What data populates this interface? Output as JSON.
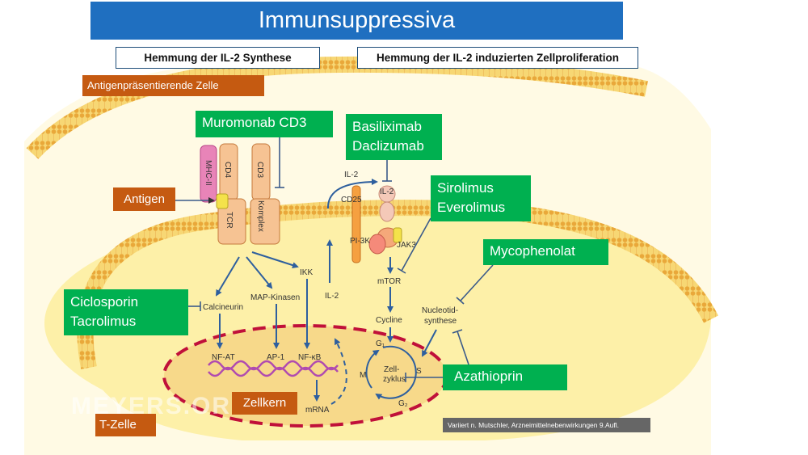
{
  "title": "Immunsuppressiva",
  "headers": {
    "il2_synthesis": "Hemmung der IL-2 Synthese",
    "il2_proliferation": "Hemmung der IL-2 induzierten Zellproliferation"
  },
  "cells": {
    "apc": "Antigenpräsentierende  Zelle",
    "tcell": "T-Zelle",
    "nucleus": "Zellkern"
  },
  "antigen": "Antigen",
  "drugs": {
    "muromonab": "Muromonab CD3",
    "basiliximab": "Basiliximab",
    "daclizumab": "Daclizumab",
    "sirolimus": "Sirolimus",
    "everolimus": "Everolimus",
    "mycophenolat": "Mycophenolat",
    "ciclosporin": "Ciclosporin",
    "tacrolimus": "Tacrolimus",
    "azathioprin": "Azathioprin"
  },
  "receptors": {
    "mhc": "MHC-II",
    "cd4": "CD4",
    "cd3": "CD3",
    "tcr": "TCR",
    "komplex": "Komplex",
    "cd25": "CD25",
    "il2_ligand": "IL-2",
    "il2_receptor": "IL-2",
    "pi3k": "PI-3K",
    "jak3": "JAK3"
  },
  "pathway": {
    "calcineurin": "Calcineurin",
    "map_kinasen": "MAP-Kinasen",
    "ikk": "IKK",
    "nfat": "NF-AT",
    "ap1": "AP-1",
    "nfkb": "NF-κB",
    "mrna": "mRNA",
    "il2_secreted": "IL-2",
    "mtor": "mTOR",
    "cycline": "Cycline",
    "nucleotid_1": "Nucleotid-",
    "nucleotid_2": "synthese"
  },
  "cycle": {
    "g1": "G₁",
    "s": "S",
    "g2": "G₂",
    "m": "M",
    "label_1": "Zell-",
    "label_2": "zyklus"
  },
  "source": "Variiert n. Mutschler, Arzneimittelnebenwirkungen 9.Aufl.",
  "watermark": "MEYERS.ORG",
  "colors": {
    "title_blue": "#1f6fc0",
    "drug_green": "#00b050",
    "label_orange": "#c55a11",
    "cell_yellow": "#fdf0a8",
    "membrane": "#f2c35b",
    "nucleus_dash": "#c0103a",
    "arrow_blue": "#2e5f9e"
  }
}
